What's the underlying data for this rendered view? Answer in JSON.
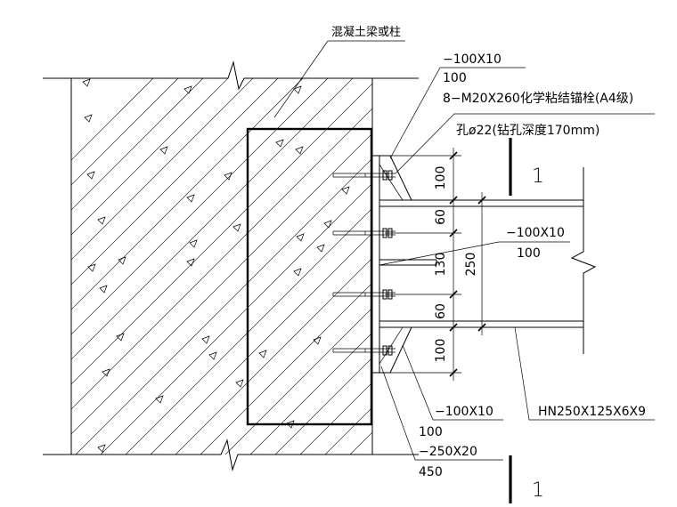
{
  "labels": {
    "concrete_member": "混凝土梁或柱",
    "top_plate_spec": "−100X10",
    "top_plate_width": "100",
    "anchor_spec": "8−M20X260化学粘结锚栓(A4级)",
    "hole_spec": "孔ø22(钻孔深度170mm)",
    "stiffener_spec": "−100X10",
    "stiffener_width": "100",
    "bottom_plate_spec": "−100X10",
    "bottom_plate_width": "100",
    "embed_plate_spec": "−250X20",
    "embed_plate_len": "450",
    "beam_section": "HN250X125X6X9",
    "section_mark_top": "1",
    "section_mark_bottom": "1"
  },
  "dimensions": {
    "d_top": "100",
    "d_60a": "60",
    "d_130": "130",
    "d_60b": "60",
    "d_bottom": "100",
    "d_total": "250"
  },
  "colors": {
    "line": "#000000",
    "background": "#ffffff"
  }
}
